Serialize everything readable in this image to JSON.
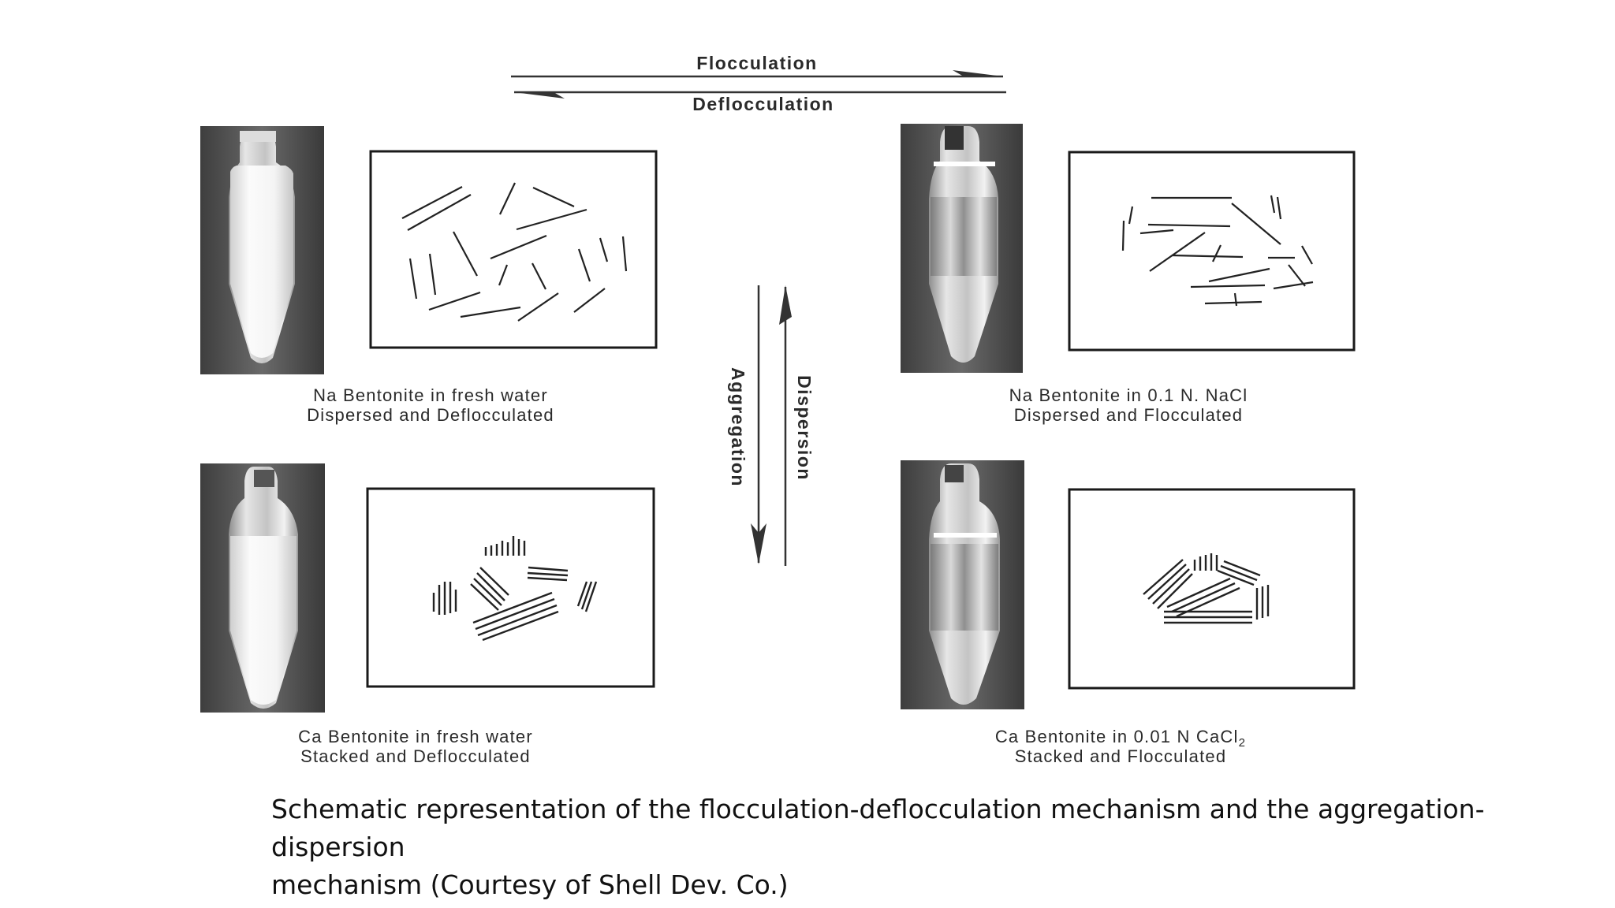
{
  "top_arrows": {
    "forward": "Flocculation",
    "backward": "Deflocculation"
  },
  "side_arrows": {
    "down": "Aggregation",
    "up": "Dispersion"
  },
  "panels": [
    {
      "line1": "Na Bentonite in fresh water",
      "line2": "Dispersed and Deflocculated"
    },
    {
      "line1": "Na Bentonite in 0.1 N. NaCl",
      "line2": "Dispersed and Flocculated"
    },
    {
      "line1": "Ca Bentonite in fresh water",
      "line2": "Stacked and Deflocculated"
    },
    {
      "line1": "Ca Bentonite in 0.01 N CaCl",
      "line1_subscript": "2",
      "line2": "Stacked and Flocculated"
    }
  ],
  "caption": {
    "line1": "Schematic representation of the flocculation-deflocculation mechanism and the aggregation-dispersion",
    "line2": "mechanism (Courtesy of Shell Dev. Co.)"
  }
}
